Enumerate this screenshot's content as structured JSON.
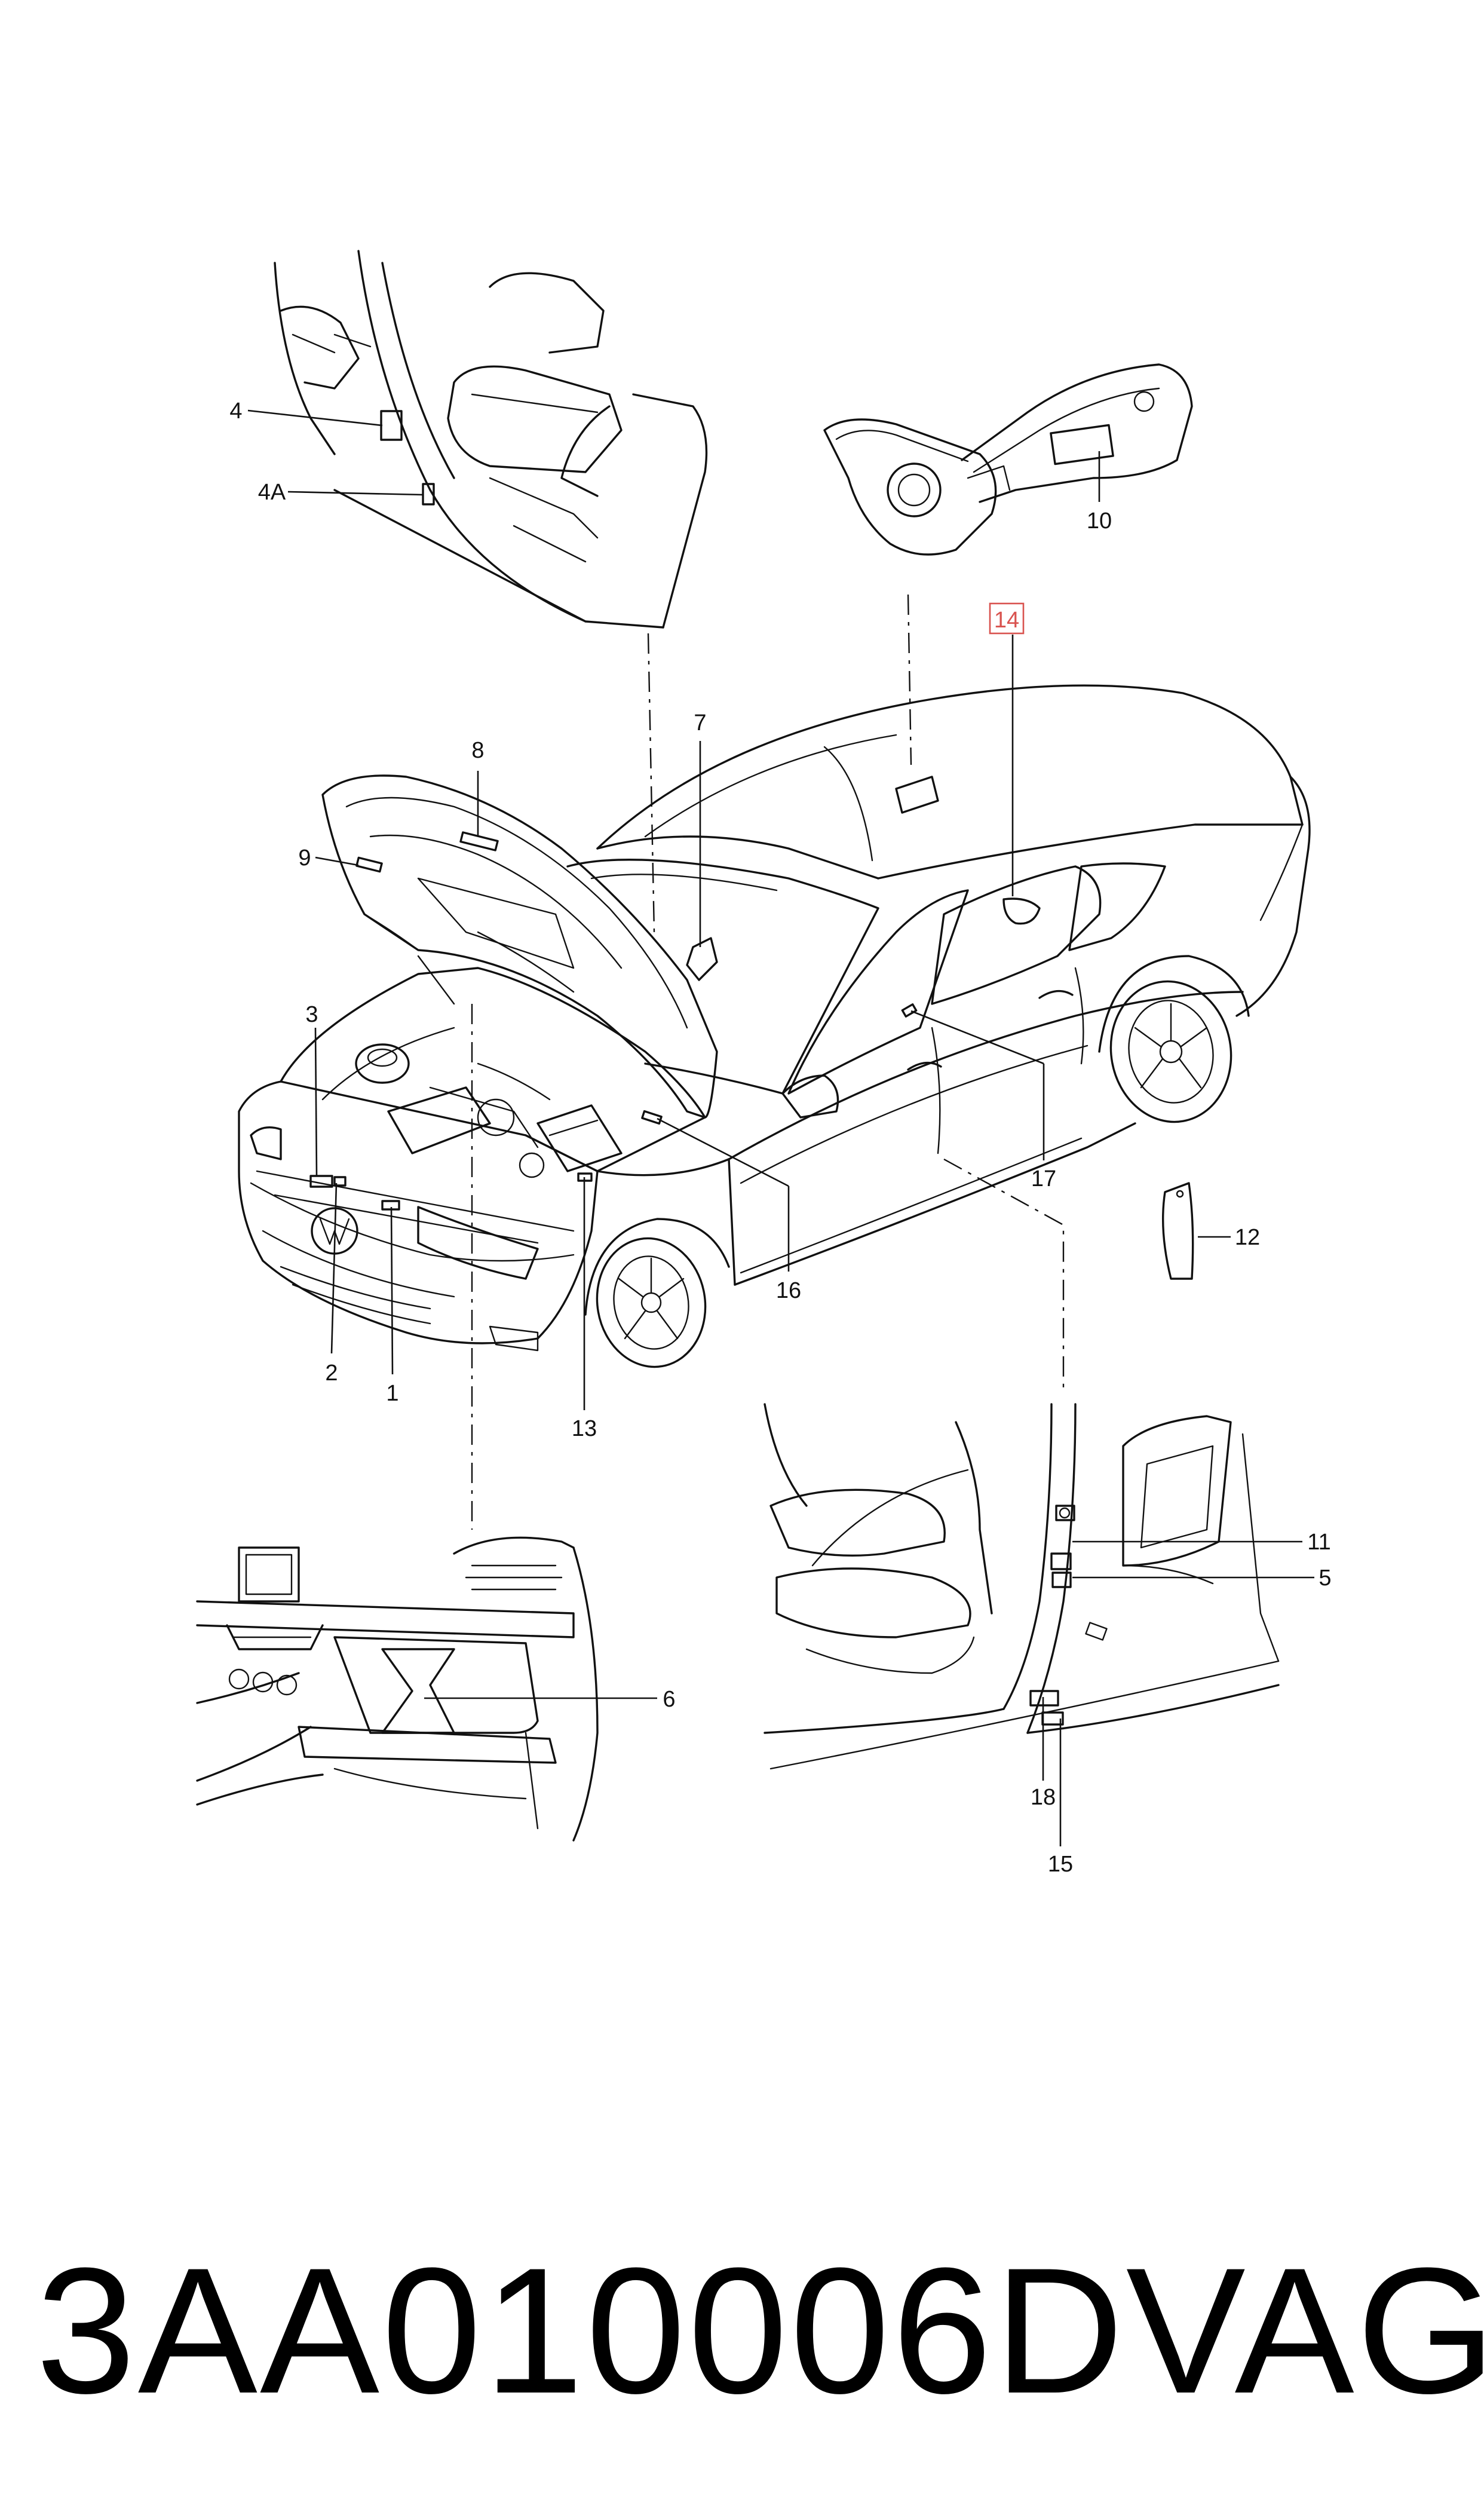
{
  "callouts": {
    "c1": "1",
    "c2": "2",
    "c3": "3",
    "c4": "4",
    "c4a": "4A",
    "c5": "5",
    "c6": "6",
    "c7": "7",
    "c8": "8",
    "c9": "9",
    "c10": "10",
    "c11": "11",
    "c12": "12",
    "c13": "13",
    "c14": "14",
    "c15": "15",
    "c16": "16",
    "c17": "17",
    "c18": "18"
  },
  "highlight_color": "#d9534f",
  "footer": {
    "part_number": "3AA010006D",
    "brand": "VAG"
  }
}
